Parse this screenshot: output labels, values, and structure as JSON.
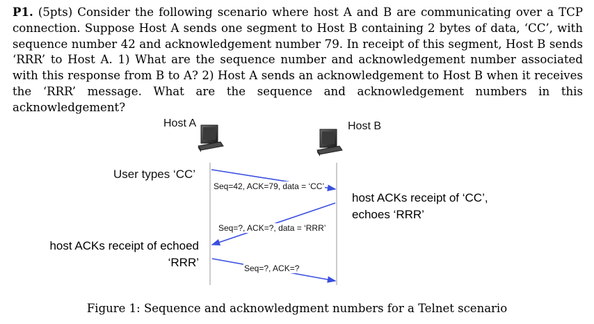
{
  "problem": {
    "number": "P1.",
    "text": " (5pts) Consider the following scenario where host A and B are communicating over a TCP connection. Suppose Host A sends one segment to Host B containing 2 bytes of data, ‘CC’, with sequence number 42 and acknowledgement number 79. In receipt of this segment, Host B sends ‘RRR’ to Host A. 1) What are the sequence number and acknowledgement number associated with this response from B to A? 2) Host A sends an acknowledgement to Host B when it receives the ‘RRR’ message. What are the sequence and acknowledgement numbers in this acknowledgement?"
  },
  "figure": {
    "host_a": "Host A",
    "host_b": "Host B",
    "user_types": "User types ‘CC’",
    "msg1": "Seq=42, ACK=79, data = ‘CC’",
    "msg2": "Seq=?, ACK=?, data = ‘RRR’",
    "msg3": "Seq=?, ACK=?",
    "b_note": "host ACKs receipt of ‘CC’, echoes ‘RRR’",
    "a_note": "host ACKs receipt of echoed ‘RRR’",
    "icons": [
      "computer-icon",
      "computer-icon"
    ],
    "arrow_color": "#3a4fe0"
  },
  "caption": "Figure 1: Sequence and acknowledgment numbers for a Telnet scenario"
}
